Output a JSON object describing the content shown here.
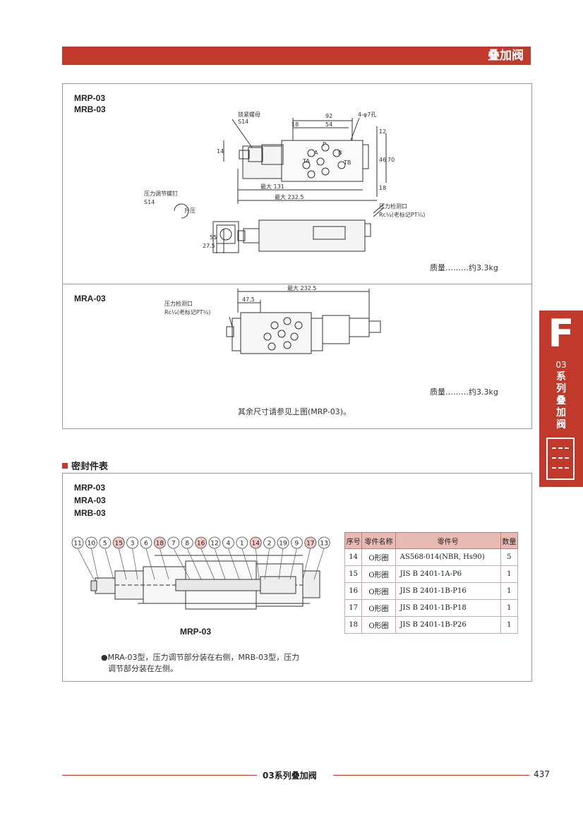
{
  "header": {
    "title": "叠加阀"
  },
  "side_tab": {
    "letter": "F",
    "series": "03",
    "label": "系列叠加阀"
  },
  "section1": {
    "models": [
      "MRP-03",
      "MRB-03"
    ],
    "dims": {
      "lock_nut": "锁紧螺母",
      "lock_s": "S14",
      "d92": "92",
      "d18": "18",
      "d54": "54",
      "holes": "4-φ7孔",
      "d12": "12",
      "d14": "14",
      "d46": "46",
      "d70": "70",
      "d18b": "18",
      "max131": "最大 131",
      "max2325": "最大 232.5",
      "adj_screw": "压力调节螺钉",
      "adj_s": "S14",
      "raise": "升压",
      "gauge_port": "压力检测口",
      "gauge_spec": "Rc¼(老标记PT¼)",
      "d55": "55",
      "d275": "27.5",
      "port_p": "P",
      "port_a": "A",
      "port_b": "B",
      "port_ta": "TA",
      "port_tb": "TB"
    },
    "weight": "质量………约3.3kg"
  },
  "section2": {
    "model": "MRA-03",
    "dims": {
      "max2325": "最大 232.5",
      "d475": "47.5",
      "gauge_port": "压力检测口",
      "gauge_spec": "Rc¼(老标记PT¼)"
    },
    "weight": "质量………约3.3kg",
    "note": "其余尺寸请参见上图(MRP-03)。"
  },
  "seals": {
    "title": "密封件表",
    "models": [
      "MRP-03",
      "MRA-03",
      "MRB-03"
    ],
    "drawing_label": "MRP-03",
    "balloons": [
      "11",
      "10",
      "5",
      "15",
      "3",
      "6",
      "18",
      "7",
      "8",
      "16",
      "12",
      "4",
      "1",
      "14",
      "2",
      "19",
      "9",
      "17",
      "13"
    ],
    "highlighted": [
      "15",
      "18",
      "16",
      "14",
      "17"
    ],
    "table_headers": [
      "序号",
      "零件名称",
      "零件号",
      "数量"
    ],
    "rows": [
      [
        "14",
        "O形圈",
        "AS568-014(NBR, Hs90)",
        "5"
      ],
      [
        "15",
        "O形圈",
        "JIS B 2401-1A-P6",
        "1"
      ],
      [
        "16",
        "O形圈",
        "JIS B 2401-1B-P16",
        "1"
      ],
      [
        "17",
        "O形圈",
        "JIS B 2401-1B-P18",
        "1"
      ],
      [
        "18",
        "O形圈",
        "JIS B 2401-1B-P26",
        "1"
      ]
    ],
    "note_line1": "●MRA-03型，压力调节部分装在右侧，MRB-03型，压力",
    "note_line2": "调节部分装在左侧。"
  },
  "footer": {
    "title": "03系列叠加阀",
    "page": "437"
  },
  "colors": {
    "accent": "#c0392b",
    "table_header": "#e9b9b3",
    "balloon_highlight": "#f3c9c4"
  }
}
